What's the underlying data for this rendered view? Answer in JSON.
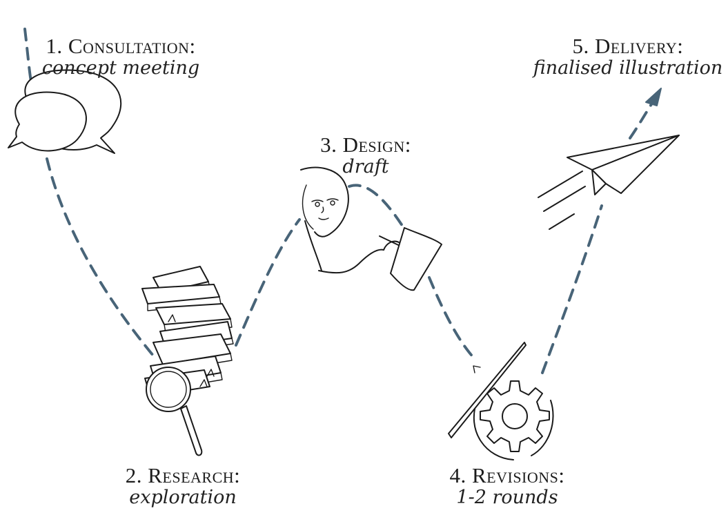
{
  "diagram": {
    "path_color": "#486478",
    "steps": [
      {
        "title": "1. Consultation:",
        "subtitle": "concept meeting",
        "icon": "speech-bubbles-icon"
      },
      {
        "title": "2. Research:",
        "subtitle": "exploration",
        "icon": "books-magnifier-icon"
      },
      {
        "title": "3. Design:",
        "subtitle": "draft",
        "icon": "artist-tablet-icon"
      },
      {
        "title": "4. Revisions:",
        "subtitle": "1-2 rounds",
        "icon": "gear-pencil-icon"
      },
      {
        "title": "5. Delivery:",
        "subtitle": "finalised illustration",
        "icon": "paper-plane-icon"
      }
    ]
  }
}
